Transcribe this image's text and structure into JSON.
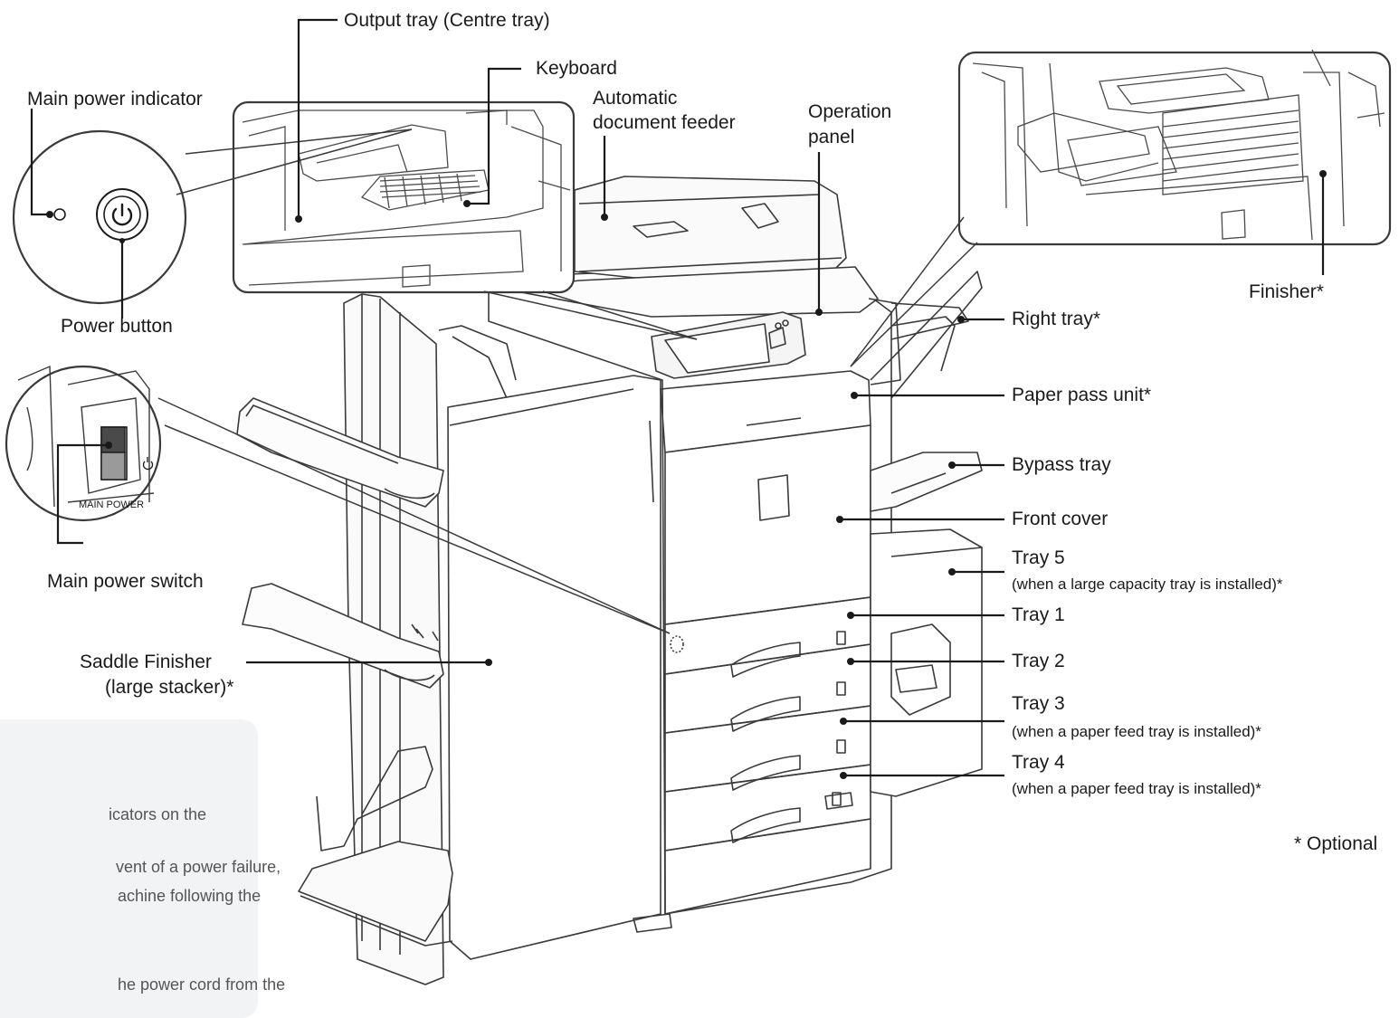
{
  "labels": {
    "output_tray": "Output tray (Centre tray)",
    "keyboard": "Keyboard",
    "automatic_document_feeder_1": "Automatic",
    "automatic_document_feeder_2": "document feeder",
    "operation_panel_1": "Operation",
    "operation_panel_2": "panel",
    "main_power_indicator": "Main power indicator",
    "power_button": "Power button",
    "main_power_switch": "Main power switch",
    "main_power_switch_plate": "MAIN POWER",
    "saddle_finisher_1": "Saddle Finisher",
    "saddle_finisher_2": "(large stacker)*",
    "finisher": "Finisher*",
    "right_tray": "Right tray*",
    "paper_pass_unit": "Paper pass unit*",
    "bypass_tray": "Bypass tray",
    "front_cover": "Front cover",
    "tray5": "Tray 5",
    "tray5_note": "(when a large capacity tray is installed)*",
    "tray1": "Tray 1",
    "tray2": "Tray 2",
    "tray3": "Tray 3",
    "tray3_note": "(when a paper feed tray is installed)*",
    "tray4": "Tray 4",
    "tray4_note": "(when a paper feed tray is installed)*",
    "optional": "* Optional"
  },
  "note_box": {
    "line1": "icators on the",
    "line2": "vent of a power failure,",
    "line3": "achine following the",
    "line4": "he power cord from the"
  },
  "colors": {
    "line": "#1a1a1a",
    "machine_stroke": "#3a3a3a",
    "note_bg": "#f2f3f4"
  }
}
